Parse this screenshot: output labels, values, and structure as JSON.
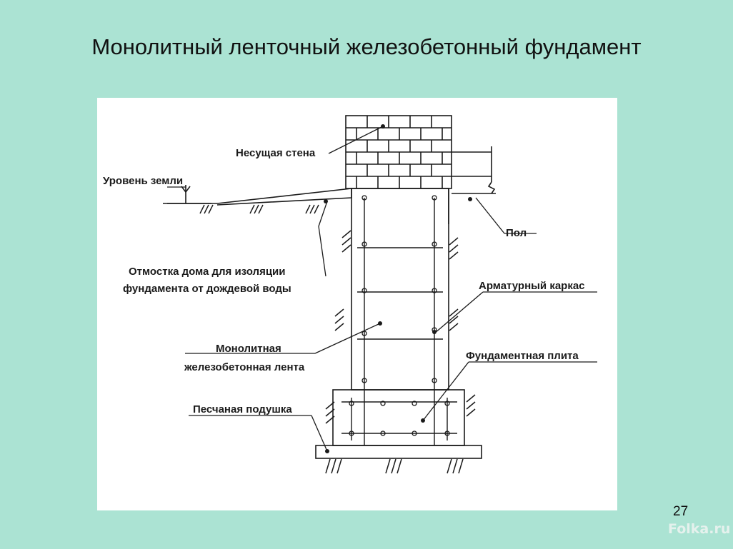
{
  "title": "Монолитный ленточный железобетонный фундамент",
  "labels": {
    "bearing_wall": "Несущая стена",
    "ground_level": "Уровень земли",
    "floor": "Пол",
    "blind_area_line1": "Отмостка дома для изоляции",
    "blind_area_line2": "фундамента от дождевой воды",
    "rebar_cage": "Арматурный каркас",
    "strip_line1": "Монолитная",
    "strip_line2": "железобетонная лента",
    "foundation_slab": "Фундаментная плита",
    "sand_cushion": "Песчаная подушка"
  },
  "page_number": "27",
  "watermark": "Folka.ru",
  "colors": {
    "slide_background": "#abe3d3",
    "panel_background": "#ffffff",
    "line": "#1a1a1a"
  }
}
